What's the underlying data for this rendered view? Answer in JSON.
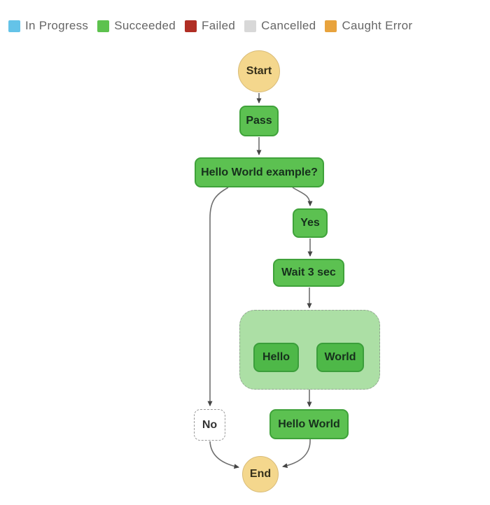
{
  "legend": {
    "items": [
      {
        "label": "In Progress",
        "color": "#64c3e8"
      },
      {
        "label": "Succeeded",
        "color": "#5dc24e"
      },
      {
        "label": "Failed",
        "color": "#b02e24"
      },
      {
        "label": "Cancelled",
        "color": "#d8d8d8"
      },
      {
        "label": "Caught Error",
        "color": "#e8a33d"
      }
    ]
  },
  "diagram": {
    "nodes": {
      "start": {
        "label": "Start",
        "type": "start",
        "status": "start"
      },
      "pass": {
        "label": "Pass",
        "type": "pass",
        "status": "succeeded"
      },
      "choice": {
        "label": "Hello World example?",
        "type": "choice",
        "status": "succeeded"
      },
      "yes": {
        "label": "Yes",
        "type": "pass",
        "status": "succeeded"
      },
      "wait": {
        "label": "Wait 3 sec",
        "type": "wait",
        "status": "succeeded"
      },
      "parallel": {
        "label": "",
        "type": "parallel",
        "status": "succeeded"
      },
      "hello": {
        "label": "Hello",
        "type": "pass",
        "status": "succeeded"
      },
      "world": {
        "label": "World",
        "type": "pass",
        "status": "succeeded"
      },
      "no": {
        "label": "No",
        "type": "pass",
        "status": "not-run"
      },
      "hello_world": {
        "label": "Hello World",
        "type": "pass",
        "status": "succeeded"
      },
      "end": {
        "label": "End",
        "type": "end",
        "status": "end"
      }
    },
    "colors": {
      "succeeded_fill": "#5cc151",
      "succeeded_border": "#3fa23a",
      "inner_fill": "#4eb848",
      "inner_border": "#3b9e3b",
      "parallel_fill": "#acdfa5",
      "start_end_fill": "#f4d78d",
      "start_end_border": "#d9bc79",
      "not_run_fill": "#ffffff",
      "connector": "#6f6f6f",
      "arrowhead": "#454545"
    }
  }
}
